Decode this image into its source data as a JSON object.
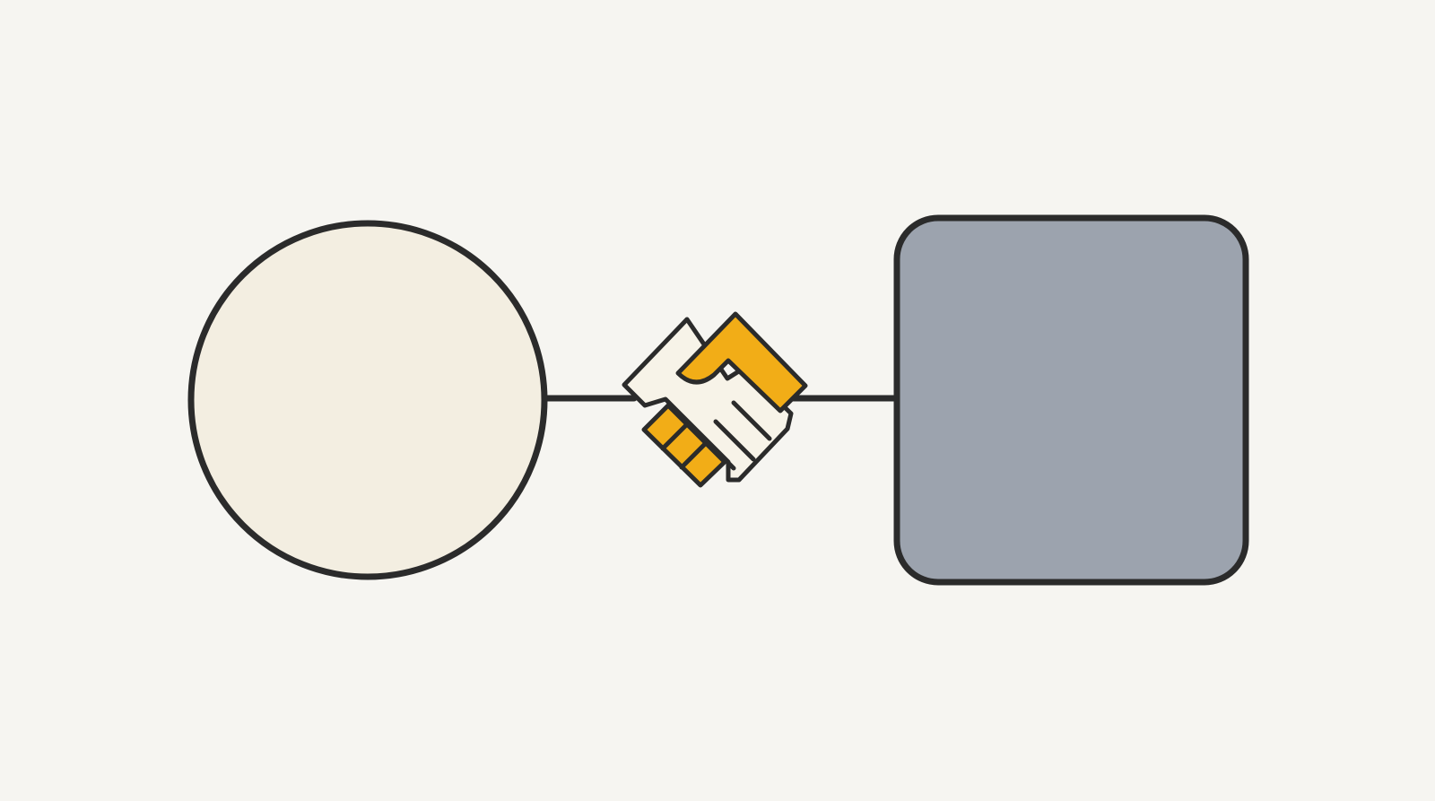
{
  "diagram": {
    "colors": {
      "background": "#f6f5f1",
      "stroke": "#2b2b2b",
      "circle_fill": "#f3eee1",
      "square_fill": "#9ca3ae",
      "accent": "#f2ad17",
      "hand_light": "#f7f3e8"
    },
    "nodes": [
      {
        "id": "left-node",
        "shape": "circle"
      },
      {
        "id": "right-node",
        "shape": "rounded-square"
      }
    ],
    "connector": {
      "from": "left-node",
      "to": "right-node",
      "icon": "handshake-icon"
    }
  }
}
